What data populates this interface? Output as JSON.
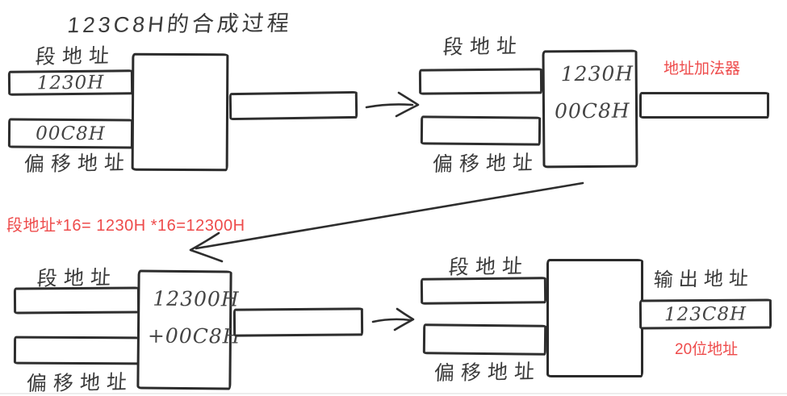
{
  "colors": {
    "background": "#ffffff",
    "ink": "#2d2d2d",
    "accent_red": "#ee4b4b"
  },
  "title": "123C8H的合成过程",
  "formula_note": "段地址*16= 1230H *16=12300H",
  "diagrams": [
    {
      "name": "input-stage",
      "seg_label": "段地址",
      "offset_label": "偏移地址",
      "seg_bus_value": "1230H",
      "offset_bus_value": "00C8H",
      "out_bus_value": ""
    },
    {
      "name": "adder-loaded-stage",
      "seg_label": "段地址",
      "offset_label": "偏移地址",
      "box_line1": "1230H",
      "box_line2": "00C8H",
      "adder_label": "地址加法器",
      "out_bus_value": ""
    },
    {
      "name": "adder-sum-stage",
      "seg_label": "段地址",
      "offset_label": "偏移地址",
      "box_line1": "12300H",
      "box_line2": "+00C8H",
      "out_bus_value": ""
    },
    {
      "name": "output-stage",
      "seg_label": "段地址",
      "offset_label": "偏移地址",
      "out_label": "输出地址",
      "out_bus_value": "123C8H",
      "bits_label": "20位地址"
    }
  ]
}
